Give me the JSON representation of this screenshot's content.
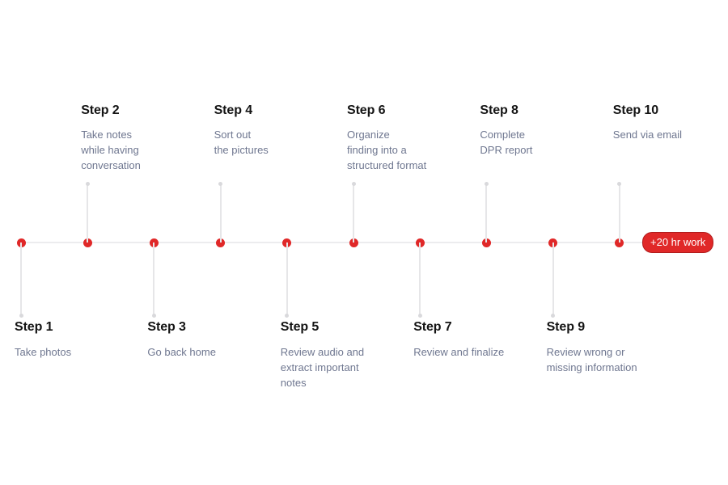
{
  "timeline": {
    "steps": [
      {
        "title": "Step 1",
        "description": "Take photos",
        "side": "below"
      },
      {
        "title": "Step 2",
        "description": "Take notes\nwhile having\nconversation",
        "side": "above"
      },
      {
        "title": "Step 3",
        "description": "Go back home",
        "side": "below"
      },
      {
        "title": "Step 4",
        "description": "Sort out\nthe pictures",
        "side": "above"
      },
      {
        "title": "Step 5",
        "description": "Review audio and\nextract important\nnotes",
        "side": "below"
      },
      {
        "title": "Step 6",
        "description": "Organize\nfinding into a\nstructured format",
        "side": "above"
      },
      {
        "title": "Step 7",
        "description": "Review and finalize",
        "side": "below"
      },
      {
        "title": "Step 8",
        "description": "Complete\nDPR report",
        "side": "above"
      },
      {
        "title": "Step 9",
        "description": "Review wrong or\nmissing information",
        "side": "below"
      },
      {
        "title": "Step 10",
        "description": "Send via email",
        "side": "above"
      }
    ],
    "total_badge": "+20 hr work",
    "colors": {
      "node": "#e02828",
      "line": "#ececee",
      "title": "#141414",
      "description": "#6f7790",
      "badge_bg": "#e02828",
      "badge_text": "#ffffff"
    }
  }
}
